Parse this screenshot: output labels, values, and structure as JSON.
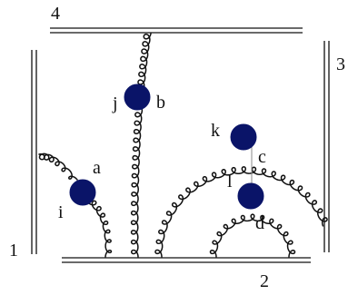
{
  "diagram": {
    "rail_labels": {
      "left": "1",
      "bottom": "2",
      "right": "3",
      "top": "4"
    },
    "vertex_labels": {
      "a": "a",
      "b": "b",
      "c": "c",
      "d": "d",
      "i": "i",
      "j": "j",
      "k": "k",
      "l": "l"
    },
    "colors": {
      "vertex": "#0a1468",
      "line": "#111111"
    }
  }
}
